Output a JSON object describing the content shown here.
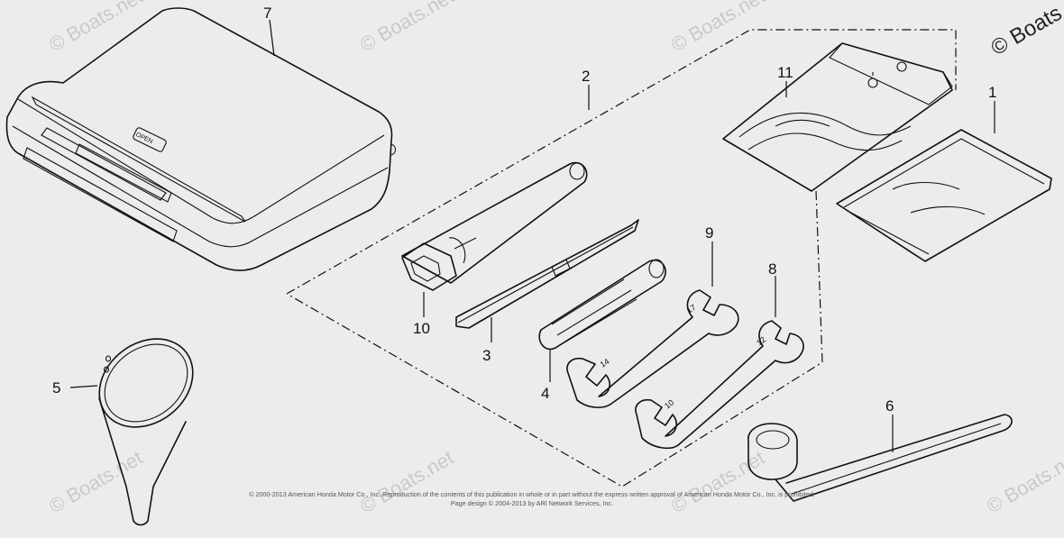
{
  "diagram": {
    "callouts": [
      "1",
      "2",
      "3",
      "4",
      "5",
      "6",
      "7",
      "8",
      "9",
      "10",
      "11"
    ],
    "case_label": "OPEN",
    "wrench_sizes": [
      "14",
      "17",
      "10",
      "12"
    ],
    "watermark": "© Boats.net",
    "copyright": [
      "© 2000-2013 American Honda Motor Co., Inc. Reproduction of the contents of this publication in whole or in part without the express written approval of American Honda Motor Co., Inc. is prohibited.",
      "Page design © 2004-2013 by ARI Network Services, Inc."
    ]
  }
}
